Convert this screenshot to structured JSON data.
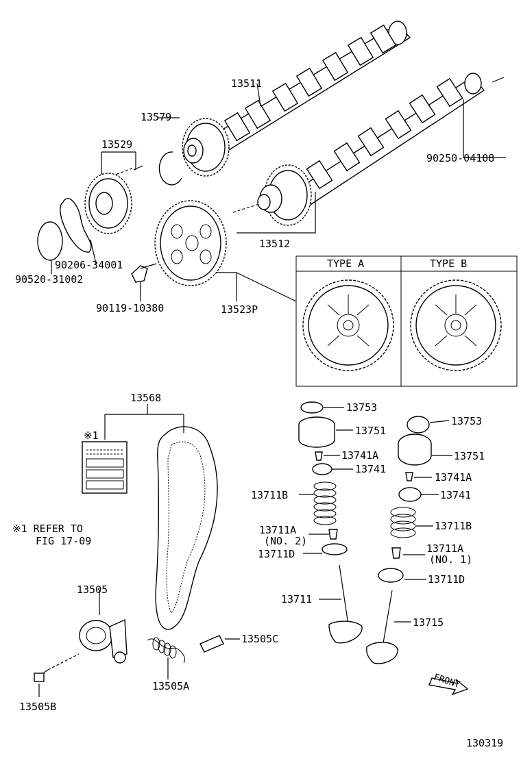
{
  "labels": {
    "p13511": "13511",
    "p13579": "13579",
    "p13529": "13529",
    "p90250": "90250-04108",
    "p90206": "90206-34001",
    "p90520": "90520-31002",
    "p13512": "13512",
    "p90119": "90119-10380",
    "p13523p": "13523P",
    "typeA": "TYPE A",
    "typeB": "TYPE B",
    "p13568": "13568",
    "ref_mark": "※1",
    "ref_line1": "※1 REFER TO",
    "ref_line2": "FIG 17-09",
    "p13753_l": "13753",
    "p13751_l": "13751",
    "p13741a_l": "13741A",
    "p13741_l": "13741",
    "p13711b_l": "13711B",
    "p13711a_l": "13711A",
    "p13711a_l_no": "(NO. 2)",
    "p13711d_l": "13711D",
    "p13711_l": "13711",
    "p13753_r": "13753",
    "p13751_r": "13751",
    "p13741a_r": "13741A",
    "p13741_r": "13741",
    "p13711b_r": "13711B",
    "p13711a_r": "13711A",
    "p13711a_r_no": "(NO. 1)",
    "p13711d_r": "13711D",
    "p13715": "13715",
    "p13505": "13505",
    "p13505c": "13505C",
    "p13505a": "13505A",
    "p13505b": "13505B",
    "front": "FRONT",
    "fig_no": "130319"
  }
}
